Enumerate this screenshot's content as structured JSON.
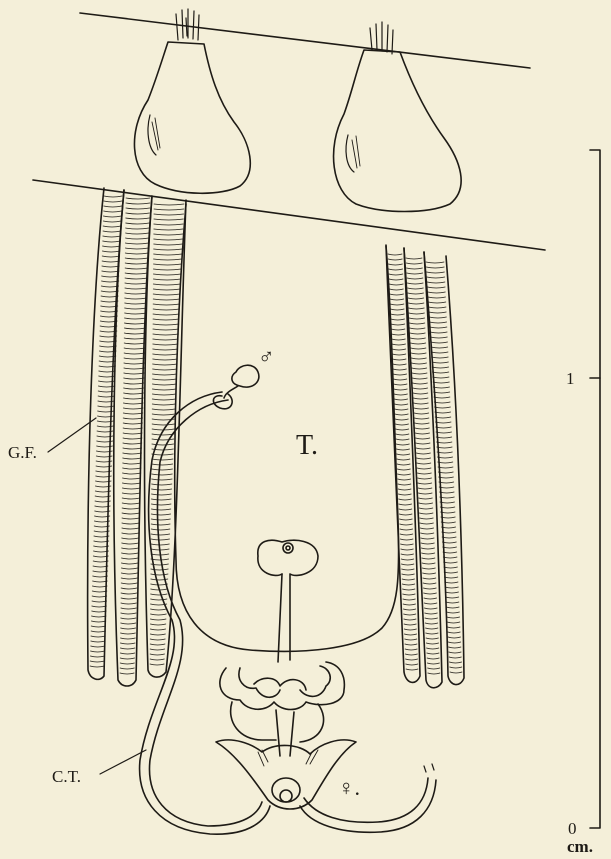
{
  "labels": {
    "gill_filaments": "G.F.",
    "tube": "T.",
    "coiled_tube": "C.T.",
    "male_symbol": "♂",
    "female_symbol": "♀."
  },
  "scale_bar": {
    "tick_one": "1",
    "tick_zero": "0",
    "unit": "cm."
  },
  "colors": {
    "ink": "#1e1b16",
    "paper": "#f4efd9"
  }
}
